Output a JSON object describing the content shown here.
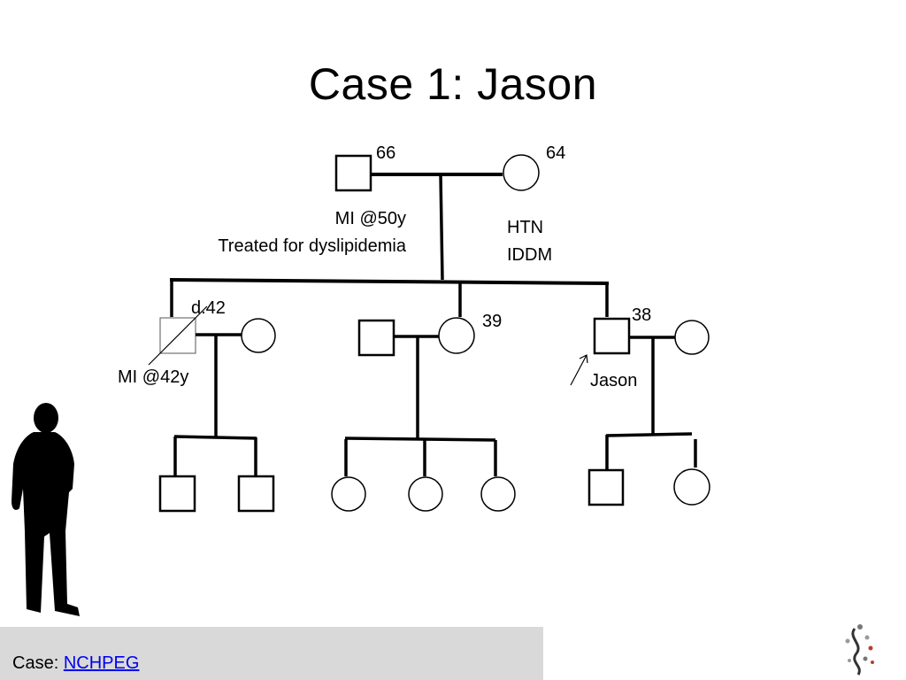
{
  "slide": {
    "title": "Case 1: Jason",
    "footer": {
      "prefix": "Case: ",
      "link_text": "NCHPEG"
    }
  },
  "pedigree": {
    "grandfather": {
      "age": "66",
      "notes": [
        "MI @50y",
        "Treated for dyslipidemia"
      ]
    },
    "grandmother": {
      "age": "64",
      "notes": [
        "HTN",
        "IDDM"
      ]
    },
    "uncle": {
      "death": "d.42",
      "note": "MI @42y",
      "deceased": true
    },
    "aunt": {
      "age": "39"
    },
    "proband": {
      "name": "Jason",
      "age": "38"
    }
  },
  "colors": {
    "line": "#000000",
    "footer_bg": "#d9d9d9",
    "link": "#0000ee"
  },
  "icons": {
    "silhouette": "man-silhouette-icon",
    "logo": "dna-logo-icon"
  }
}
